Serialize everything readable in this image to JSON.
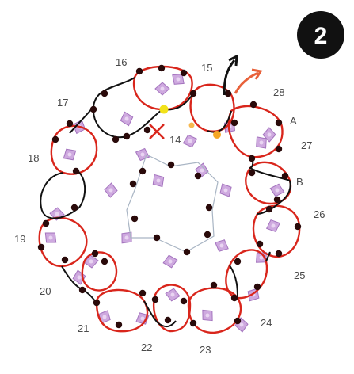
{
  "step_badge": "2",
  "labels": {
    "n14": "14",
    "n15": "15",
    "n16": "16",
    "n17": "17",
    "n18": "18",
    "n19": "19",
    "n20": "20",
    "n21": "21",
    "n22": "22",
    "n23": "23",
    "n24": "24",
    "n25": "25",
    "n26": "26",
    "n27": "27",
    "n28": "28",
    "a": "A",
    "b": "B"
  },
  "colors": {
    "red_thread": "#d9261c",
    "black_thread": "#111111",
    "bead_dark": "#2a0a0a",
    "crystal": "#c9a0dc",
    "crystal_dark": "#9b66b8",
    "highlight_bead": "#f2e21a",
    "orange_bead": "#f5a623",
    "start_marker": "#d9261c",
    "badge": "#111111"
  },
  "icons": {
    "start_marker": "x-mark-icon",
    "direction_arrows": "curved-arrow-icon"
  }
}
